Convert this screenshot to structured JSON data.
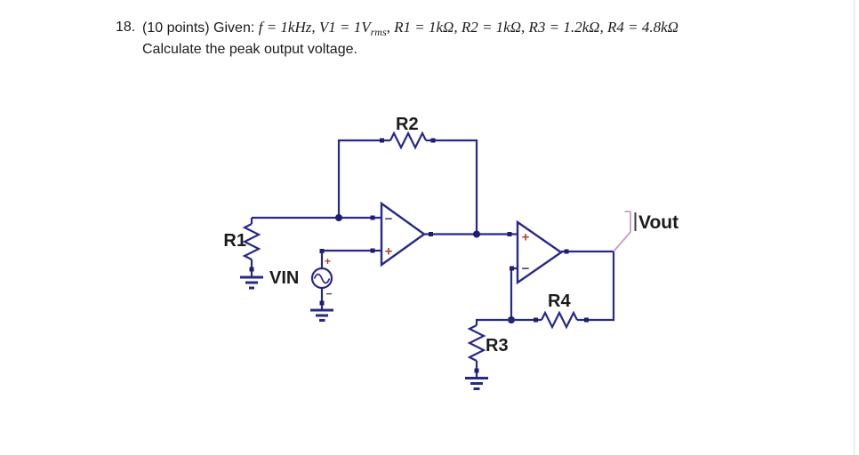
{
  "problem": {
    "number": "18.",
    "given_prefix": "(10 points) Given: ",
    "math_before_sub": "f = 1kHz, V1 = 1V",
    "math_subscript": "rms",
    "math_after_sub": ", R1 = 1kΩ, R2 = 1kΩ, R3 = 1.2kΩ, R4 = 4.8kΩ",
    "instruction": "Calculate the peak output voltage."
  },
  "schematic": {
    "resistors": {
      "r1": "R1",
      "r2": "R2",
      "r3": "R3",
      "r4": "R4"
    },
    "source_label": "VIN",
    "output_label": "Vout",
    "opamp1": {
      "top_input_sign": "−",
      "bottom_input_sign": "+"
    },
    "opamp2": {
      "top_input_sign": "+",
      "bottom_input_sign": "−"
    },
    "source_signs": {
      "plus": "+",
      "minus": "−"
    },
    "colors": {
      "wire": "#28288a",
      "junction": "#1e1e6e",
      "plus_red": "#b5403c",
      "sign_dark": "#44445f",
      "probe_pink": "#c79cc8",
      "label": "#1b1b1b"
    }
  }
}
